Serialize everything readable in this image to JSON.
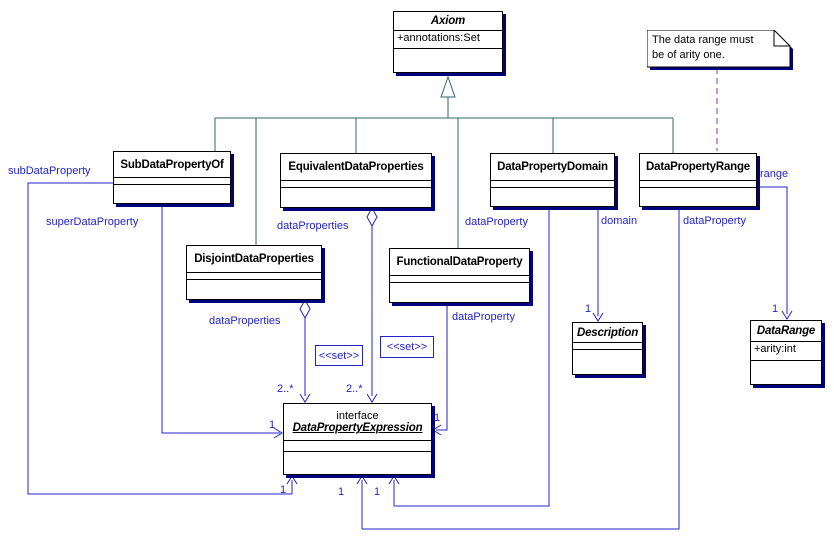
{
  "colors": {
    "association": "#2323cc",
    "generalization": "#336666",
    "note_anchor": "#993399",
    "box_shadow": "#000080",
    "label_text": "#2323cc"
  },
  "note": {
    "line1": "The data range must",
    "line2": "be of arity one."
  },
  "classes": {
    "axiom": {
      "name": "Axiom",
      "attributes": [
        "+annotations:Set"
      ]
    },
    "sub_data_property_of": {
      "name": "SubDataPropertyOf"
    },
    "equivalent_data_properties": {
      "name": "EquivalentDataProperties"
    },
    "data_property_domain": {
      "name": "DataPropertyDomain"
    },
    "data_property_range": {
      "name": "DataPropertyRange"
    },
    "disjoint_data_properties": {
      "name": "DisjointDataProperties"
    },
    "functional_data_property": {
      "name": "FunctionalDataProperty"
    },
    "description": {
      "name": "Description"
    },
    "data_range": {
      "name": "DataRange",
      "attributes": [
        "+arity:int"
      ]
    },
    "data_property_expression": {
      "stereotype": "interface",
      "name": "DataPropertyExpression"
    }
  },
  "edges": {
    "sub_data_property": {
      "label": "subDataProperty",
      "multiplicity": "1"
    },
    "super_data_property": {
      "label": "superDataProperty",
      "multiplicity": "1"
    },
    "equivalent_data_properties": {
      "label": "dataProperties",
      "multiplicity": "2..*",
      "stereotype": "<<set>>"
    },
    "disjoint_data_properties": {
      "label": "dataProperties",
      "multiplicity": "2..*",
      "stereotype": "<<set>>"
    },
    "functional_data_property": {
      "label": "dataProperty",
      "multiplicity": "1"
    },
    "domain_data_property": {
      "label": "dataProperty",
      "multiplicity": "1"
    },
    "domain": {
      "label": "domain",
      "multiplicity": "1"
    },
    "range_data_property": {
      "label": "dataProperty",
      "multiplicity": "1"
    },
    "range": {
      "label": "range",
      "multiplicity": "1"
    }
  }
}
